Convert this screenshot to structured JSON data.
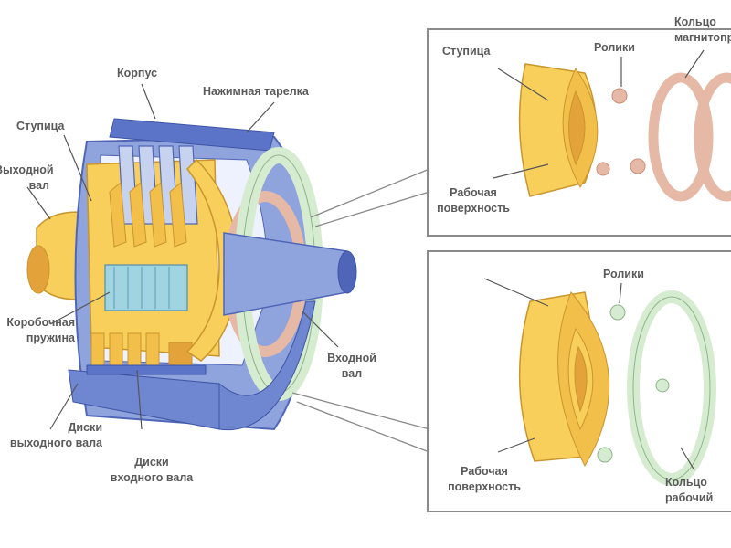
{
  "colors": {
    "background": "#ffffff",
    "housing_blue": "#8fa3dc",
    "housing_dark": "#4f66b8",
    "hub_yellow": "#f7cf5a",
    "hub_dark": "#e4a23a",
    "ring_pink": "#e6b9a6",
    "ring_green": "#d6ecd0",
    "disk_teal": "#9fd4e0",
    "panel_border": "#8a8a8a",
    "leader": "#555555",
    "label_text": "#5a5a5a"
  },
  "labels": {
    "housing": "Корпус",
    "pressure_plate": "Нажимная тарелка",
    "hub": "Ступица",
    "output_shaft": [
      "Выходной",
      "вал"
    ],
    "flat_spring": [
      "Коробочная",
      "пружина"
    ],
    "input_shaft": [
      "Входной",
      "вал"
    ],
    "output_disks": [
      "Диски",
      "выходного вала"
    ],
    "input_disks": [
      "Диски",
      "входного вала"
    ]
  },
  "top_panel": {
    "hub": "Ступица",
    "rollers": "Ролики",
    "ring": [
      "Кольцо",
      "магнитопровод"
    ],
    "working_surface": [
      "Рабочая",
      "поверхность"
    ]
  },
  "bottom_panel": {
    "rollers": "Ролики",
    "working_surface": [
      "Рабочая",
      "поверхность"
    ],
    "ring": [
      "Кольцо",
      "рабочий"
    ]
  }
}
